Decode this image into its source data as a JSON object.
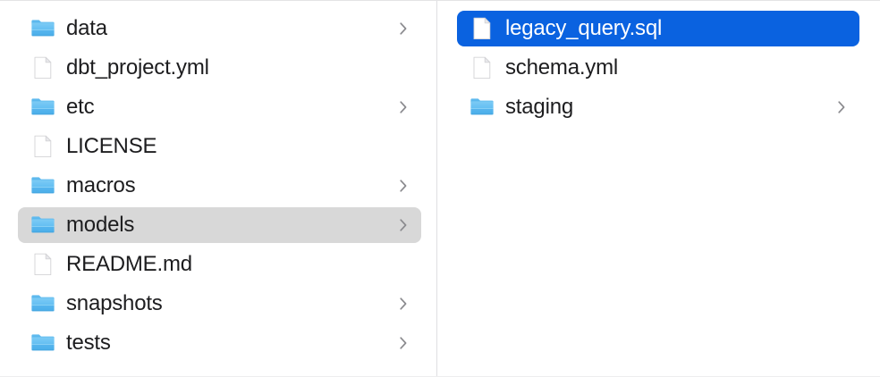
{
  "window": {
    "view": "column-view",
    "background": "#ffffff",
    "divider_color": "#dfdfe2"
  },
  "colors": {
    "selection_active_bg": "#0a62e0",
    "selection_active_text": "#ffffff",
    "selection_inactive_bg": "#d8d8d8",
    "text": "#1d1d1f",
    "chevron": "#8a8a8e",
    "folder_blue": "#53b9f0",
    "folder_blue_dark": "#3ca2e0",
    "doc_white": "#ffffff"
  },
  "columns": [
    {
      "name": "parent-column",
      "items": [
        {
          "label": "data",
          "icon": "folder-icon",
          "has_chevron": true,
          "state": "normal"
        },
        {
          "label": "dbt_project.yml",
          "icon": "document-icon",
          "has_chevron": false,
          "state": "normal"
        },
        {
          "label": "etc",
          "icon": "folder-icon",
          "has_chevron": true,
          "state": "normal"
        },
        {
          "label": "LICENSE",
          "icon": "document-icon",
          "has_chevron": false,
          "state": "normal"
        },
        {
          "label": "macros",
          "icon": "folder-icon",
          "has_chevron": true,
          "state": "normal"
        },
        {
          "label": "models",
          "icon": "folder-icon",
          "has_chevron": true,
          "state": "selected-inactive"
        },
        {
          "label": "README.md",
          "icon": "document-icon",
          "has_chevron": false,
          "state": "normal"
        },
        {
          "label": "snapshots",
          "icon": "folder-icon",
          "has_chevron": true,
          "state": "normal"
        },
        {
          "label": "tests",
          "icon": "folder-icon",
          "has_chevron": true,
          "state": "normal"
        }
      ]
    },
    {
      "name": "child-column",
      "items": [
        {
          "label": "legacy_query.sql",
          "icon": "document-icon",
          "has_chevron": false,
          "state": "selected-active"
        },
        {
          "label": "schema.yml",
          "icon": "document-icon",
          "has_chevron": false,
          "state": "normal"
        },
        {
          "label": "staging",
          "icon": "folder-icon",
          "has_chevron": true,
          "state": "normal"
        }
      ]
    }
  ]
}
